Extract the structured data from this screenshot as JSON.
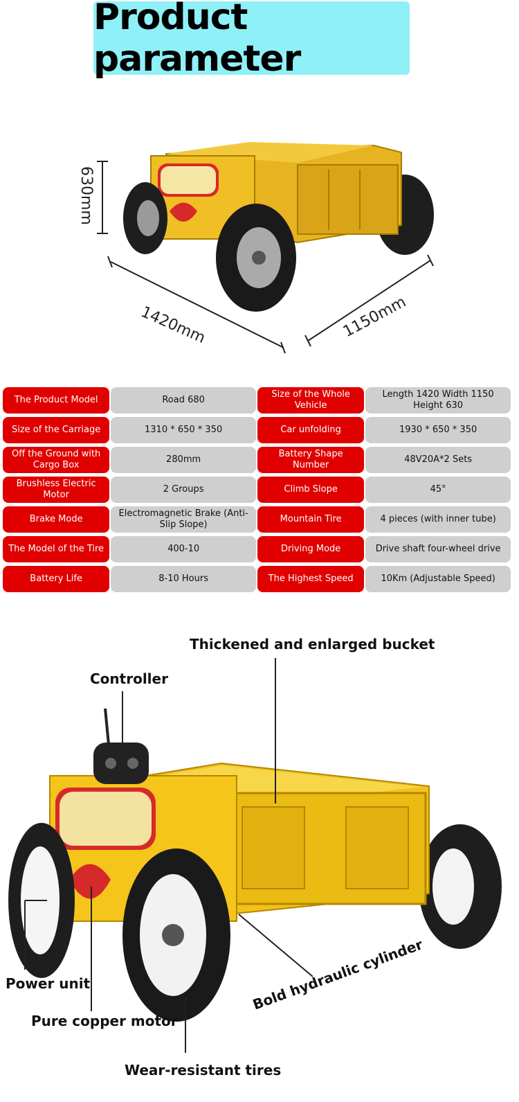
{
  "header": {
    "title": "Product parameter"
  },
  "dimensions": {
    "height": "630mm",
    "length": "1420mm",
    "width": "1150mm"
  },
  "specs": [
    [
      {
        "label": "The Product Model",
        "value": "Road 680"
      },
      {
        "label": "Size of the Whole Vehicle",
        "value": "Length 1420 Width 1150 Height 630"
      }
    ],
    [
      {
        "label": "Size of the Carriage",
        "value": "1310 * 650 * 350"
      },
      {
        "label": "Car unfolding",
        "value": "1930 * 650 * 350"
      }
    ],
    [
      {
        "label": "Off the Ground with Cargo Box",
        "value": "280mm"
      },
      {
        "label": "Battery Shape Number",
        "value": "48V20A*2 Sets"
      }
    ],
    [
      {
        "label": "Brushless Electric Motor",
        "value": "2 Groups"
      },
      {
        "label": "Climb Slope",
        "value": "45°"
      }
    ],
    [
      {
        "label": "Brake Mode",
        "value": "Electromagnetic Brake (Anti-Slip Slope)"
      },
      {
        "label": "Mountain Tire",
        "value": "4 pieces (with inner tube)"
      }
    ],
    [
      {
        "label": "The Model of the Tire",
        "value": "400-10"
      },
      {
        "label": "Driving Mode",
        "value": "Drive shaft four-wheel drive"
      }
    ],
    [
      {
        "label": "Battery Life",
        "value": "8-10 Hours"
      },
      {
        "label": "The Highest Speed",
        "value": "10Km (Adjustable Speed)"
      }
    ]
  ],
  "callouts": {
    "bucket": "Thickened and enlarged bucket",
    "controller": "Controller",
    "power": "Power unit",
    "motor": "Pure copper motor",
    "tires": "Wear-resistant tires",
    "cylinder": "Bold hydraulic cylinder"
  },
  "colors": {
    "title_bg": "#8ff0f7",
    "label_bg": "#e00000",
    "value_bg": "#cfcfcf",
    "body_yellow": "#f2c21a"
  }
}
